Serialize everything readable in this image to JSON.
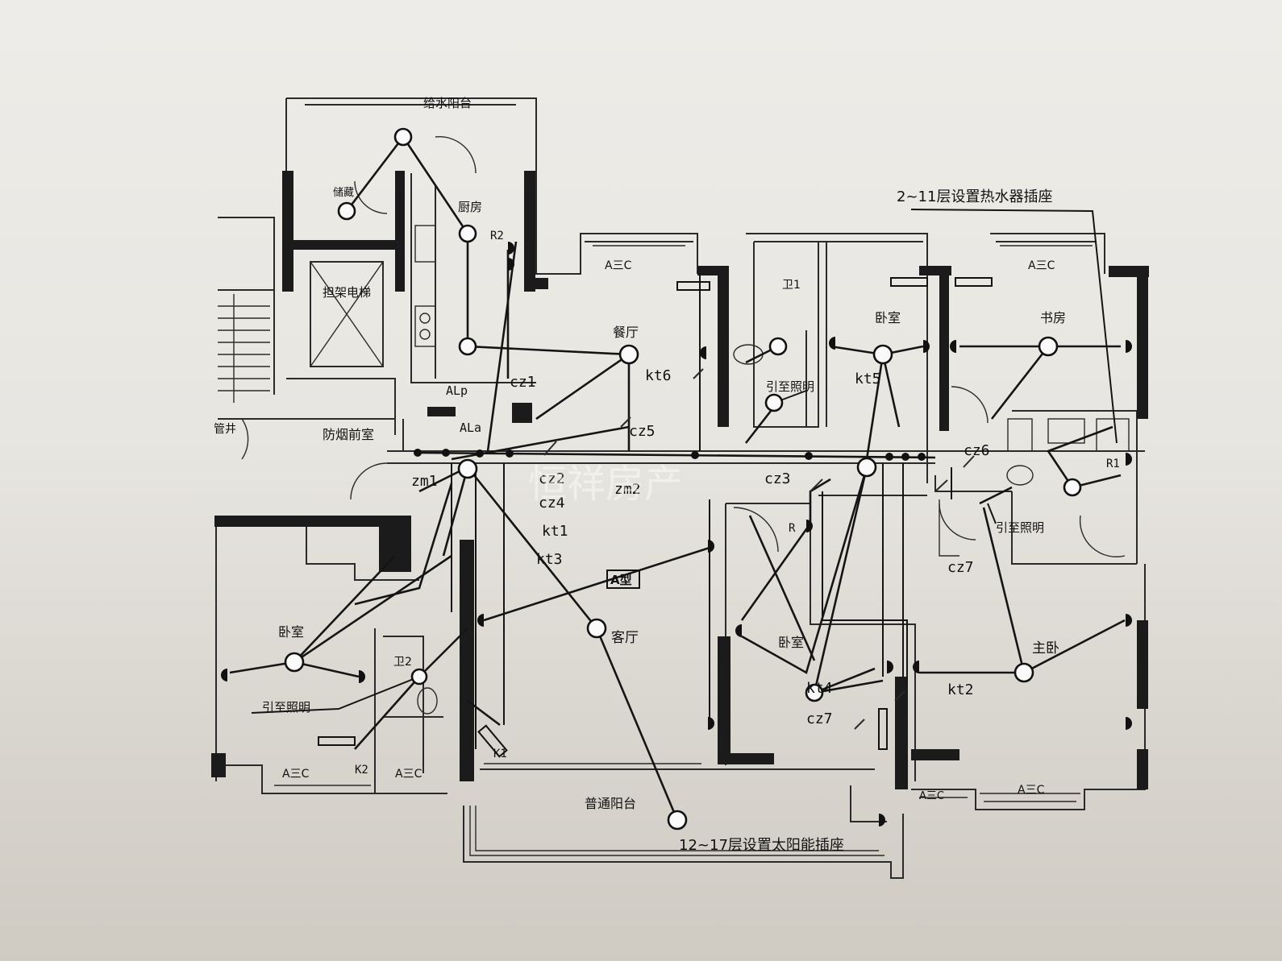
{
  "labels": {
    "balcony_top": "给水阳台",
    "note_water_heater": "2~11层设置热水器插座",
    "note_solar": "12~17层设置太阳能插座",
    "elevator": "担架电梯",
    "kitchen": "厨房",
    "dining": "餐厅",
    "bathroom_top": "卫1",
    "bedroom_ne": "卧室",
    "study": "书房",
    "smoke_vestibule": "防烟前室",
    "lead_lighting_1": "引至照明",
    "lead_lighting_2": "引至照明",
    "lead_lighting_3": "引至照明",
    "living": "客厅",
    "type_tag": "A型",
    "bedroom_sw": "卧室",
    "bathroom_sw": "卫2",
    "bedroom_mid": "卧室",
    "master_bedroom": "主卧",
    "balcony_bottom": "普通阳台",
    "storage": "储藏",
    "pipe_well": "管井",
    "watermark": "恒祥房产"
  },
  "circuits": {
    "cz1": "cz1",
    "cz2": "cz2",
    "cz3": "cz3",
    "cz4": "cz4",
    "cz5": "cz5",
    "cz6": "cz6",
    "cz7a": "cz7",
    "cz7b": "cz7",
    "kt1": "kt1",
    "kt2": "kt2",
    "kt3": "kt3",
    "kt4": "kt4",
    "kt5": "kt5",
    "kt6": "kt6",
    "zm1": "zm1",
    "zm2": "zm2",
    "ala": "ALa",
    "alp": "ALp",
    "r1": "R1",
    "r2": "R2",
    "r_mid": "R",
    "k1": "K1",
    "k2": "K2"
  },
  "window_tag": "A三C"
}
